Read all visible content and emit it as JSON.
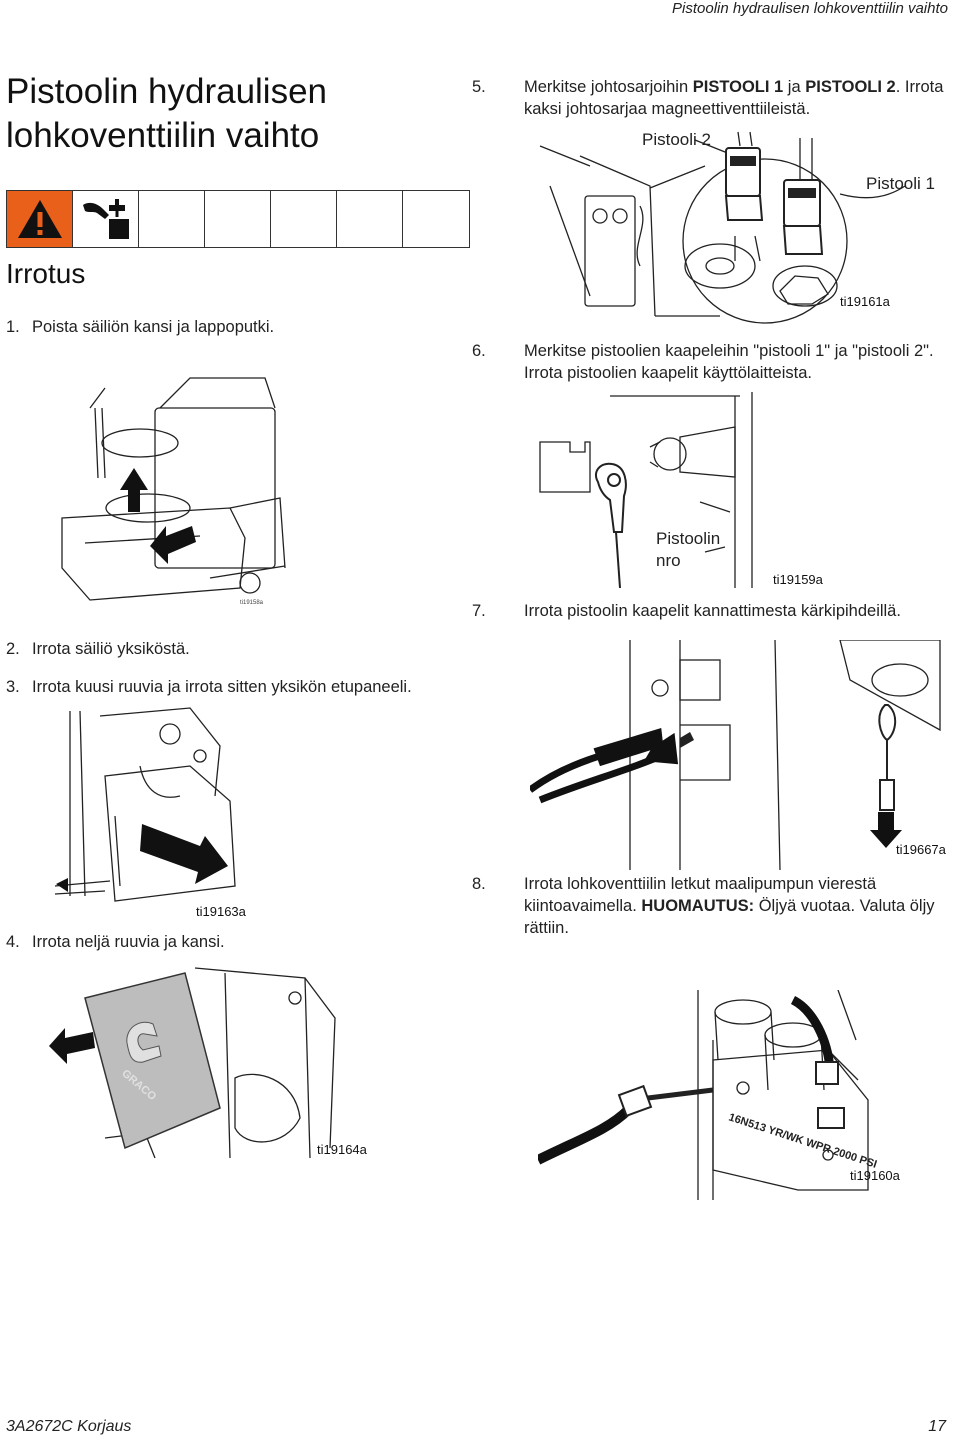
{
  "header": {
    "running_title": "Pistoolin hydraulisen lohkoventtiilin vaihto"
  },
  "section_title": "Pistoolin hydraulisen lohkoventtiilin vaihto",
  "icons": [
    "warning-icon",
    "hand-crush-hazard-icon"
  ],
  "subsection_title": "Irrotus",
  "steps": {
    "s1": {
      "num": "1.",
      "text": "Poista säiliön kansi ja lappoputki."
    },
    "s2": {
      "num": "2.",
      "text": "Irrota säiliö yksiköstä."
    },
    "s3": {
      "num": "3.",
      "text": "Irrota kuusi ruuvia ja irrota sitten yksikön etupaneeli."
    },
    "s4": {
      "num": "4.",
      "text": "Irrota neljä ruuvia ja kansi."
    },
    "s5": {
      "num": "5.",
      "text_a": "Merkitse johtosarjoihin ",
      "bold_a": "PISTOOLI 1",
      "text_b": " ja ",
      "bold_b": "PISTOOLI 2",
      "text_c": ". Irrota kaksi johtosarjaa magneettiventtiileistä."
    },
    "s6": {
      "num": "6.",
      "text": "Merkitse pistoolien kaapeleihin \"pistooli 1\" ja \"pistooli 2\". Irrota pistoolien kaapelit käyttölaitteista."
    },
    "s7": {
      "num": "7.",
      "text": "Irrota pistoolin kaapelit kannattimesta kärkipihdeillä."
    },
    "s8": {
      "num": "8.",
      "text_a": "Irrota lohkoventtiilin letkut maalipumpun vierestä kiintoavaimella. ",
      "bold": "HUOMAUTUS:",
      "text_b": " Öljyä vuotaa. Valuta öljy rättiin."
    }
  },
  "figures": {
    "fig1": {
      "tag": "ti19158a"
    },
    "fig3": {
      "tag": "ti19163a"
    },
    "fig4": {
      "tag": "ti19164a",
      "logo_text": "GRACO"
    },
    "fig5": {
      "tag": "ti19161a",
      "callout_1": "Pistooli 2",
      "callout_2": "Pistooli 1"
    },
    "fig6": {
      "tag": "ti19159a",
      "callout": "Pistoolin nro"
    },
    "fig7": {
      "tag": "ti19667a"
    },
    "fig8": {
      "tag": "ti19160a",
      "stamp": "16N513 YR/WK WPR 2000 PSI"
    }
  },
  "footer": {
    "doc_ref": "3A2672C Korjaus",
    "page": "17"
  },
  "colors": {
    "warning_orange": "#e8601a",
    "arrow": "#111111"
  }
}
